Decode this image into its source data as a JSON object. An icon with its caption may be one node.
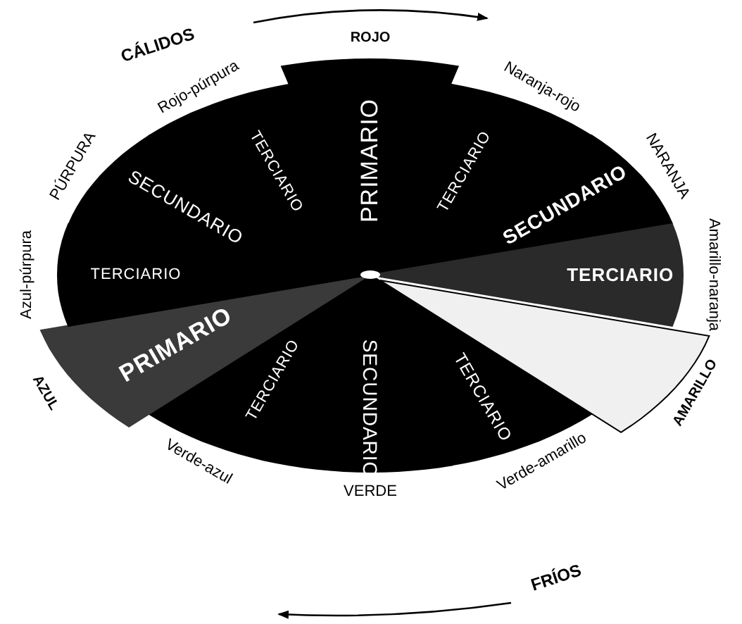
{
  "diagram": {
    "nodes": [
      {
        "text": [
          "PRIMARIO"
        ]
      },
      {
        "text": [
          "TERCIARIO"
        ]
      },
      {
        "text": [
          "SECUNDARIO"
        ]
      },
      {
        "text": [
          "TERCIARIO"
        ]
      },
      {
        "text": [],
        "shape": "wedge"
      },
      {
        "text": [
          "TERCIARIO"
        ]
      },
      {
        "text": [
          "SECUNDARIO"
        ]
      },
      {
        "text": [
          "TERCIARIO"
        ]
      },
      {
        "text": [
          "PRIMARIO"
        ]
      },
      {
        "text": [
          "TERCIARIO"
        ]
      },
      {
        "text": [
          "SECUNDARIO"
        ]
      },
      {
        "text": [
          "TERCIARIO"
        ]
      }
    ],
    "labels": [
      "CÁLIDOS",
      "ROJO",
      "Naranja-rojo",
      "NARANJA",
      "Amarillo-naranja",
      "AMARILLO",
      "Verde-amarillo",
      "VERDE",
      "Verde-azul",
      "AZUL",
      "Azul-púrpura",
      "PÚRPURA",
      "Rojo-púrpura",
      "FRÍOS"
    ]
  }
}
